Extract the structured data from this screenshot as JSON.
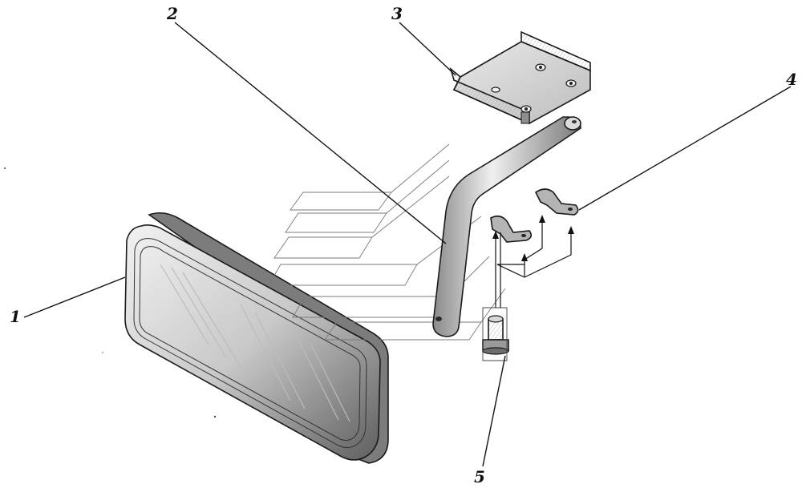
{
  "callouts": [
    {
      "id": "1",
      "label": "1"
    },
    {
      "id": "2",
      "label": "2"
    },
    {
      "id": "3",
      "label": "3"
    },
    {
      "id": "4",
      "label": "4"
    },
    {
      "id": "5",
      "label": "5"
    }
  ],
  "colors": {
    "ink": "#1a1a1a",
    "metal_light": "#e4e4e4",
    "metal_mid": "#b9b9b9",
    "metal_dark": "#6f6f6f",
    "glass": "#ededed"
  }
}
